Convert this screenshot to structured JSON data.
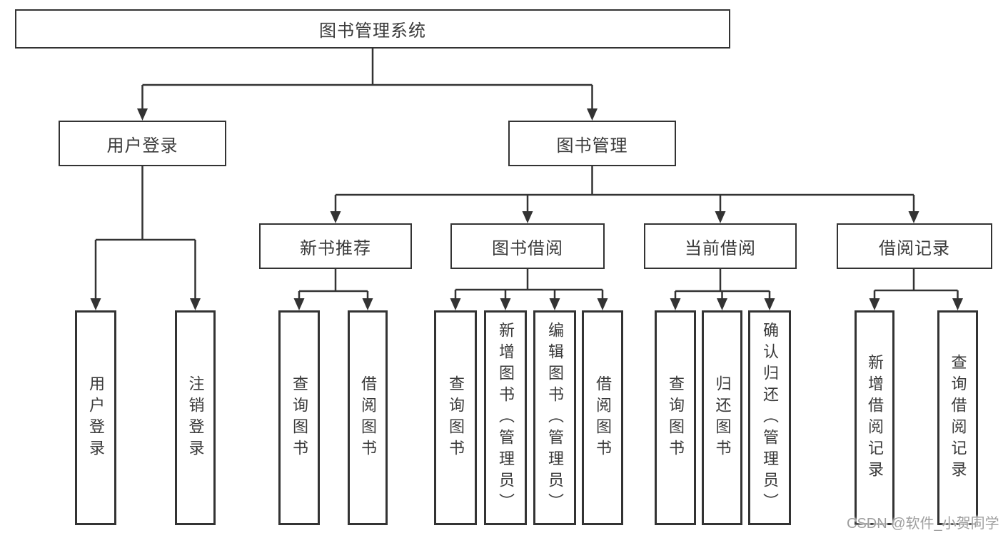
{
  "root": {
    "label": "图书管理系统"
  },
  "branches": [
    {
      "label": "用户登录",
      "children": [
        {
          "label": "用户登录"
        },
        {
          "label": "注销登录"
        }
      ]
    },
    {
      "label": "图书管理",
      "children": [
        {
          "label": "新书推荐",
          "children": [
            {
              "label": "查询图书"
            },
            {
              "label": "借阅图书"
            }
          ]
        },
        {
          "label": "图书借阅",
          "children": [
            {
              "label": "查询图书"
            },
            {
              "label": "新增图书（管理员）"
            },
            {
              "label": "编辑图书（管理员）"
            },
            {
              "label": "借阅图书"
            }
          ]
        },
        {
          "label": "当前借阅",
          "children": [
            {
              "label": "查询图书"
            },
            {
              "label": "归还图书"
            },
            {
              "label": "确认归还（管理员）"
            }
          ]
        },
        {
          "label": "借阅记录",
          "children": [
            {
              "label": "新增借阅记录"
            },
            {
              "label": "查询借阅记录"
            }
          ]
        }
      ]
    }
  ],
  "watermark": "CSDN @软件_小贺同学",
  "colors": {
    "line": "#333333",
    "text": "#3a3a3a",
    "watermark": "#9f9f9f",
    "background": "#ffffff"
  }
}
